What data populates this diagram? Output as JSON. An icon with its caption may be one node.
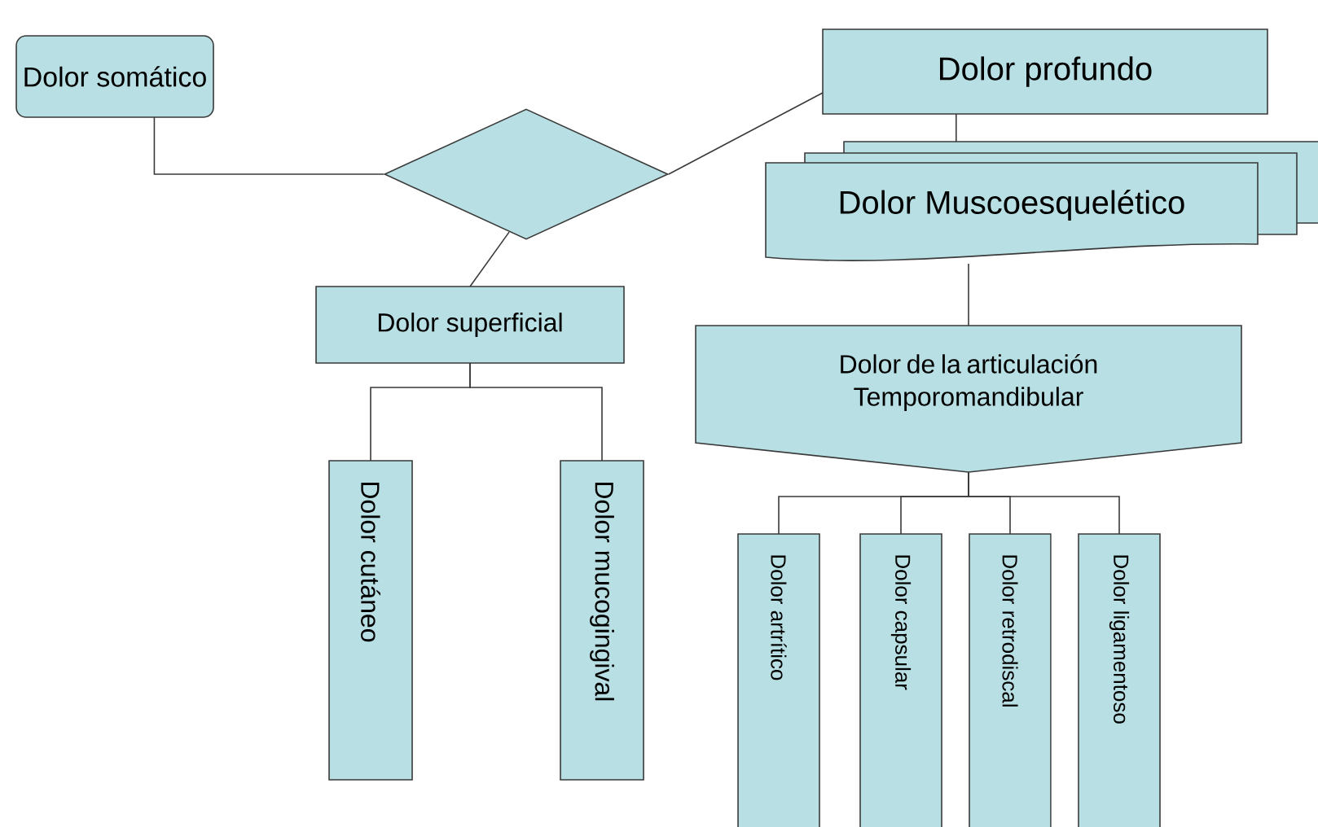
{
  "diagram": {
    "nodes": [
      {
        "text": [
          "Dolor somático"
        ]
      },
      {
        "text": [],
        "shape": "diamond"
      },
      {
        "text": [
          "Dolor profundo"
        ]
      },
      {
        "text": [
          "Dolor Muscoesquelético"
        ]
      },
      {
        "text": [
          "Dolor superficial"
        ]
      },
      {
        "text": [
          "Dolor de la articulación Temporomandibular"
        ]
      },
      {
        "text": [
          "Dolor cutáneo"
        ]
      },
      {
        "text": [
          "Dolor mucogingival"
        ]
      },
      {
        "text": [
          "Dolor artrítico"
        ]
      },
      {
        "text": [
          "Dolor capsular"
        ]
      },
      {
        "text": [
          "Dolor retrodiscal"
        ]
      },
      {
        "text": [
          "Dolor ligamentoso"
        ]
      }
    ],
    "edges": [
      {
        "from": 0,
        "to": 1,
        "arrow": "none"
      },
      {
        "from": 1,
        "to": 2,
        "arrow": "none"
      },
      {
        "from": 1,
        "to": 4,
        "arrow": "none"
      },
      {
        "from": 2,
        "to": 3,
        "arrow": "none"
      },
      {
        "from": 3,
        "to": 5,
        "arrow": "none"
      },
      {
        "from": 4,
        "to": 6,
        "arrow": "none"
      },
      {
        "from": 4,
        "to": 7,
        "arrow": "none"
      },
      {
        "from": 5,
        "to": 8,
        "arrow": "none"
      },
      {
        "from": 5,
        "to": 9,
        "arrow": "none"
      },
      {
        "from": 5,
        "to": 10,
        "arrow": "none"
      },
      {
        "from": 5,
        "to": 11,
        "arrow": "none"
      }
    ]
  }
}
